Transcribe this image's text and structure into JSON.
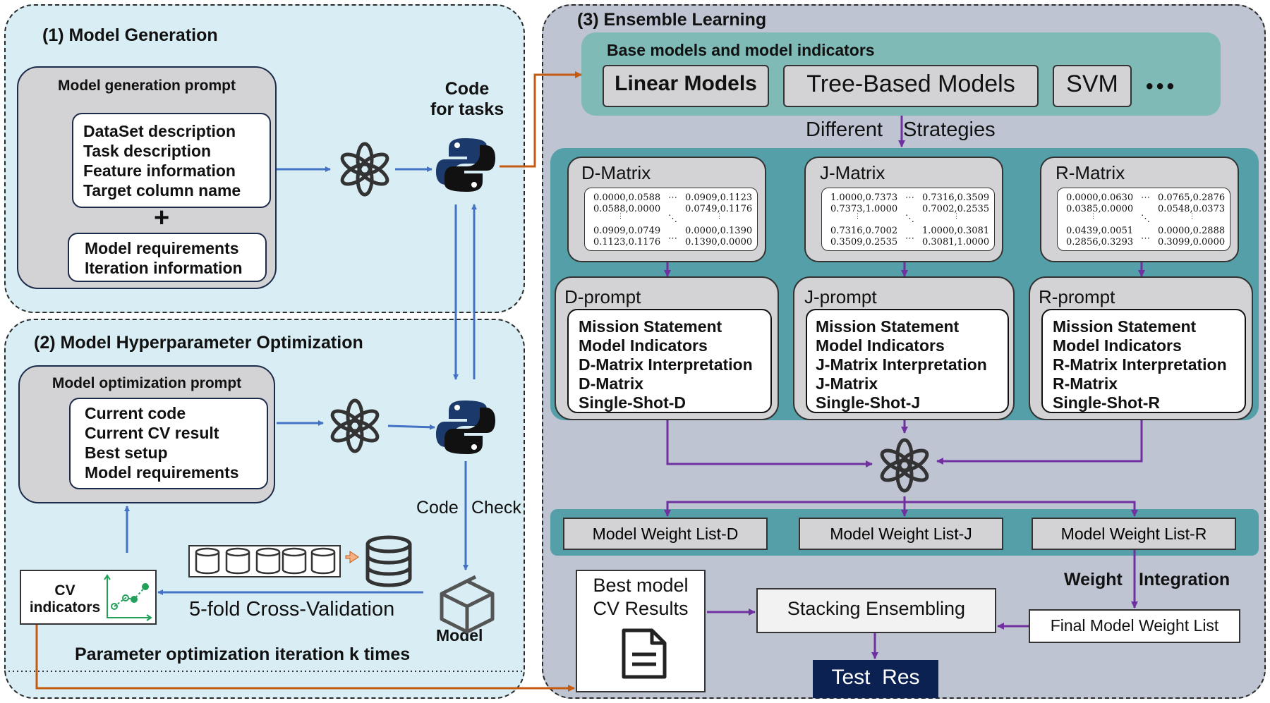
{
  "section1": {
    "title": "(1) Model Generation",
    "prompt_title": "Model generation prompt",
    "prompt_lines": [
      "DataSet description",
      "Task description",
      "Feature information",
      "Target column name"
    ],
    "plus": "+",
    "req_lines": [
      "Model requirements",
      "Iteration information"
    ],
    "code_label": [
      "Code",
      "for tasks"
    ]
  },
  "section2": {
    "title": "(2) Model Hyperparameter Optimization",
    "prompt_title": "Model optimization prompt",
    "prompt_lines": [
      "Current code",
      "Current CV result",
      "Best setup",
      "Model requirements"
    ],
    "code_check": [
      "Code",
      "Check"
    ],
    "model_label": "Model",
    "cv_label": [
      "CV",
      "indicators"
    ],
    "cross_validation": "5-fold Cross-Validation",
    "iteration": "Parameter optimization iteration k times"
  },
  "section3": {
    "title": "(3) Ensemble Learning",
    "base_title": "Base models and model indicators",
    "base_models": [
      "Linear Models",
      "Tree-Based Models",
      "SVM"
    ],
    "more": "• • •",
    "strategies": [
      "Different",
      "Strategies"
    ],
    "matrices": [
      {
        "name": "D-Matrix",
        "cells": [
          "0.0000,0.0588",
          "0.0588,0.0000",
          "0.0909,0.0749",
          "0.1123,0.1176",
          "0.0909,0.1123",
          "0.0749,0.1176",
          "0.0000,0.1390",
          "0.1390,0.0000"
        ]
      },
      {
        "name": "J-Matrix",
        "cells": [
          "1.0000,0.7373",
          "0.7373,1.0000",
          "0.7316,0.7002",
          "0.3509,0.2535",
          "0.7316,0.3509",
          "0.7002,0.2535",
          "1.0000,0.3081",
          "0.3081,1.0000"
        ]
      },
      {
        "name": "R-Matrix",
        "cells": [
          "0.0000,0.0630",
          "0.0385,0.0000",
          "0.0439,0.0051",
          "0.2856,0.3293",
          "0.0765,0.2876",
          "0.0548,0.0373",
          "0.0000,0.2888",
          "0.3099,0.0000"
        ]
      }
    ],
    "prompts": [
      {
        "name": "D-prompt",
        "lines": [
          "Mission Statement",
          "Model Indicators",
          "D-Matrix Interpretation",
          "D-Matrix",
          "Single-Shot-D"
        ]
      },
      {
        "name": "J-prompt",
        "lines": [
          "Mission Statement",
          "Model Indicators",
          "J-Matrix Interpretation",
          "J-Matrix",
          "Single-Shot-J"
        ]
      },
      {
        "name": "R-prompt",
        "lines": [
          "Mission Statement",
          "Model Indicators",
          "R-Matrix Interpretation",
          "R-Matrix",
          "Single-Shot-R"
        ]
      }
    ],
    "weight_lists": [
      "Model Weight List-D",
      "Model Weight List-J",
      "Model Weight List-R"
    ],
    "weight_integration": [
      "Weight",
      "Integration"
    ],
    "best_model": [
      "Best model",
      "CV Results"
    ],
    "stacking": "Stacking Ensembling",
    "final_weight": "Final Model Weight List",
    "test_res": "Test  Res"
  },
  "colors": {
    "panel_left_bg": "#d9eef4",
    "panel_right_bg": "#bec4d2",
    "teal": "#559fa9",
    "teal_light": "#7fbab6",
    "blue_arrow": "#4472c4",
    "purple_arrow": "#7030a0",
    "orange_arrow": "#c55a11",
    "navy": "#0b2151"
  }
}
